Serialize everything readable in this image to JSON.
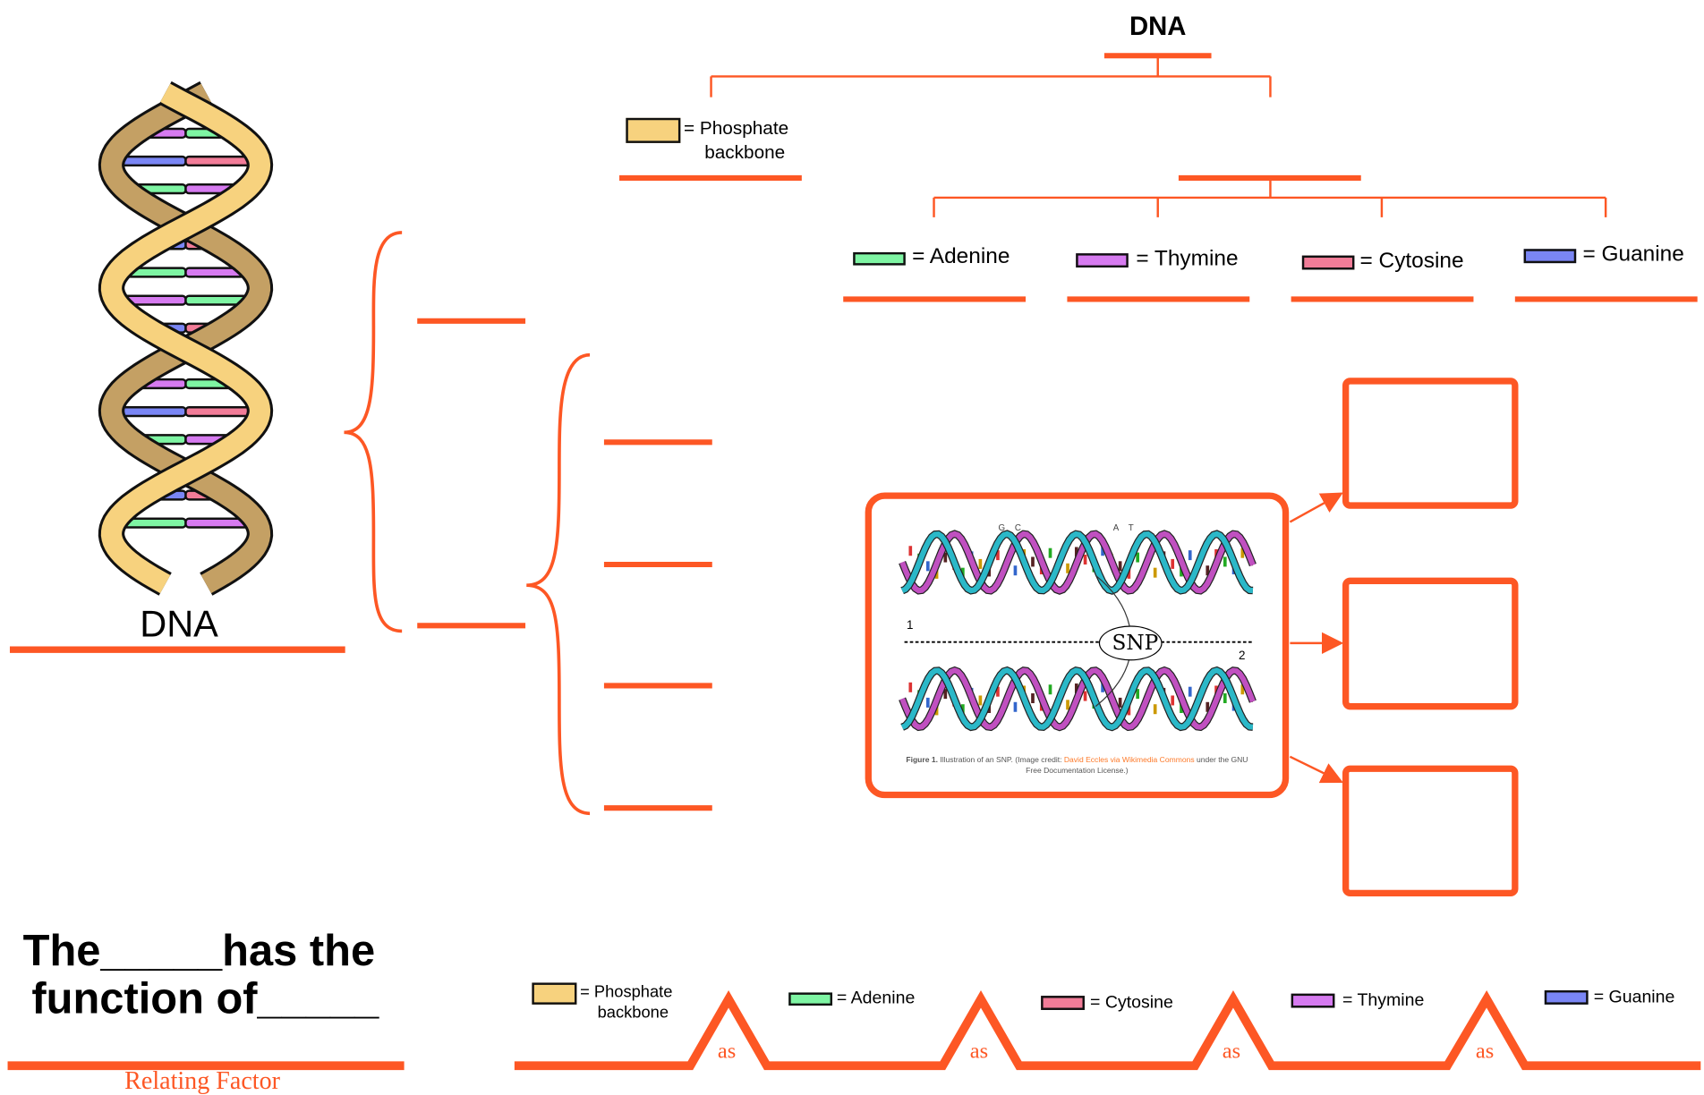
{
  "accent_color": "#fd5724",
  "colors": {
    "phosphate": "#f7d27e",
    "adenine": "#7ef5a3",
    "thymine": "#d67af0",
    "cytosine": "#f27c98",
    "guanine": "#7a86f5"
  },
  "left": {
    "dna_label": "DNA"
  },
  "top": {
    "title": "DNA",
    "phosphate": {
      "line1": "= Phosphate",
      "line2": "backbone"
    },
    "bases": [
      {
        "label": "= Adenine",
        "color": "#7ef5a3"
      },
      {
        "label": "= Thymine",
        "color": "#d67af0"
      },
      {
        "label": "= Cytosine",
        "color": "#f27c98"
      },
      {
        "label": "= Guanine",
        "color": "#7a86f5"
      }
    ]
  },
  "snp_figure": {
    "bases_top": [
      "G",
      "C",
      "A",
      "T"
    ],
    "strand_1": "1",
    "strand_2": "2",
    "snp_label": "SNP",
    "caption_bold": "Figure 1.",
    "caption_text": " Illustration of an SNP. (Image credit: ",
    "caption_link": "David Eccles via Wikimedia Commons",
    "caption_end": " under the GNU",
    "caption_line2": "Free Documentation License.)"
  },
  "bottom": {
    "sentence_line1": "The_____has the",
    "sentence_line2": "function of_____",
    "relating_factor": "Relating Factor",
    "as_labels": [
      "as",
      "as",
      "as",
      "as"
    ],
    "legend": {
      "phosphate_line1": "= Phosphate",
      "phosphate_line2": "backbone",
      "adenine": "= Adenine",
      "cytosine": "= Cytosine",
      "thymine": "= Thymine",
      "guanine": "= Guanine"
    }
  }
}
